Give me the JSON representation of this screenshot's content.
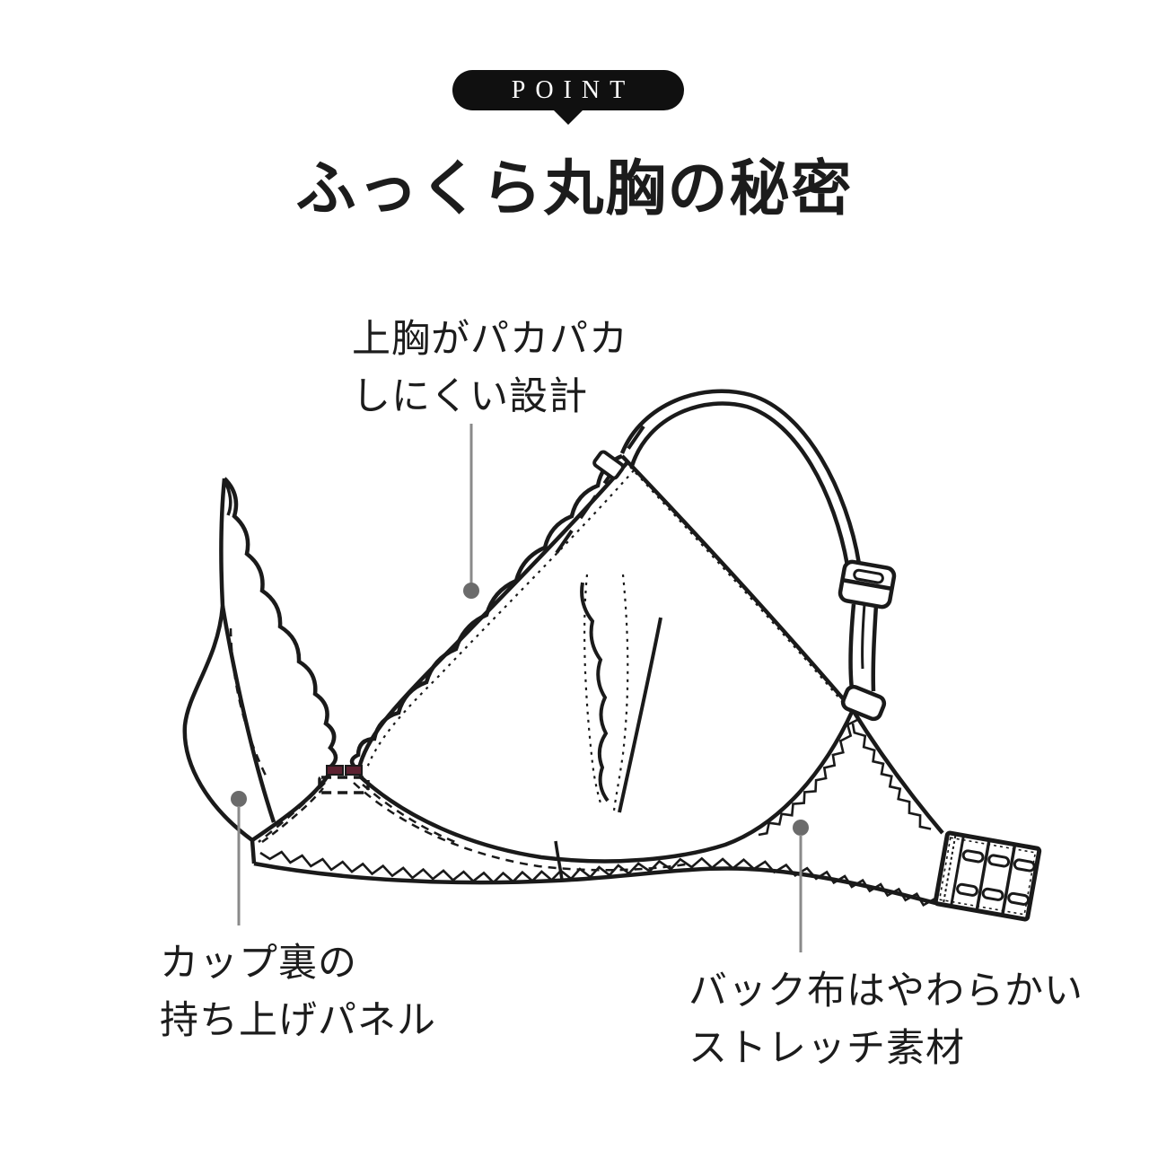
{
  "badge": {
    "label": "POINT"
  },
  "title": "ふっくら丸胸の秘密",
  "annotations": {
    "upper": {
      "line1": "上胸がパカパカ",
      "line2": "しにくい設計"
    },
    "bottom_left": {
      "line1": "カップ裏の",
      "line2": "持ち上げパネル"
    },
    "bottom_right": {
      "line1": "バック布はやわらかい",
      "line2": "ストレッチ素材"
    }
  },
  "illustration": {
    "description": "bra technical line drawing, 3/4 front view, scalloped lace cup edges, shoulder strap with slider, back wing with hook-and-eye closure",
    "accent_detail": "maroon center-gore ribbon"
  },
  "colors": {
    "background": "#ffffff",
    "line": "#1a1a1a",
    "leader_line": "#8a8a8a",
    "leader_dot": "#6b6b6b",
    "accent_bow": "#5c2130",
    "badge_bg": "#101010",
    "badge_text": "#ffffff",
    "text": "#1c1c1c"
  }
}
